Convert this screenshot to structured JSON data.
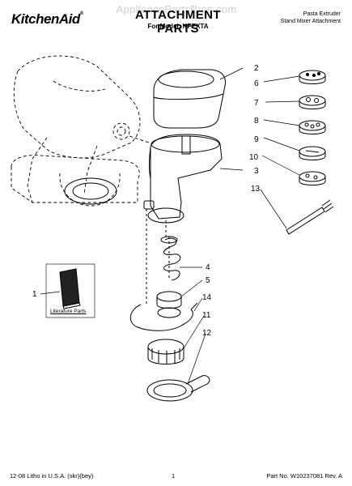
{
  "header": {
    "brand": "KitchenAid",
    "brand_mark": "®",
    "title": "ATTACHMENT PARTS",
    "model": "For Model: KPEXTA",
    "subtitle_line1": "Pasta Extruder",
    "subtitle_line2": "Stand Mixer Attachment",
    "watermark": "AppliancePartsPros.com"
  },
  "callouts": [
    "1",
    "2",
    "3",
    "4",
    "5",
    "6",
    "7",
    "8",
    "9",
    "10",
    "11",
    "12",
    "13",
    "14"
  ],
  "literature_label": "Literature Parts",
  "footer": {
    "left": "12-08 Litho in U.S.A. (skr)(bey)",
    "center": "1",
    "right": "Part No. W10237081 Rev. A"
  }
}
